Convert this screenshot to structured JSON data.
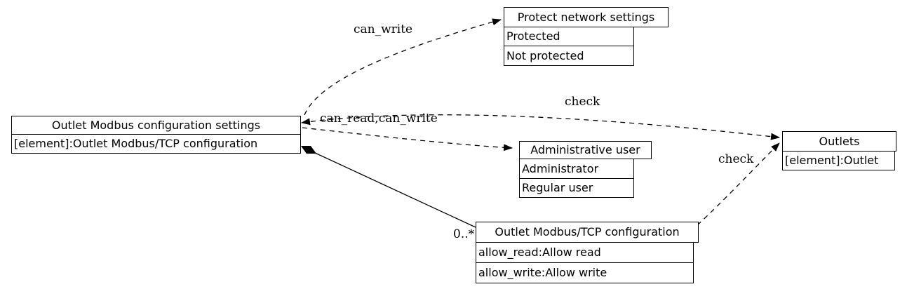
{
  "colors": {
    "line": "#000000",
    "text": "#000000",
    "node_fill": "#ffffff",
    "background": "#ffffff"
  },
  "nodes": {
    "settings": {
      "title": "Outlet Modbus configuration settings",
      "rows": [
        "[element]:Outlet Modbus/TCP configuration"
      ]
    },
    "protect": {
      "title": "Protect network settings",
      "rows": [
        "Protected",
        "Not protected"
      ]
    },
    "admin_user": {
      "title": "Administrative user",
      "rows": [
        "Administrator",
        "Regular user"
      ]
    },
    "outlets": {
      "title": "Outlets",
      "rows": [
        "[element]:Outlet"
      ]
    },
    "modbus_tcp": {
      "title": "Outlet Modbus/TCP configuration",
      "rows": [
        "allow_read:Allow read",
        "allow_write:Allow write"
      ]
    }
  },
  "edges": {
    "can_write": {
      "label": "can_write",
      "from": "settings",
      "to": "protect",
      "style": "dashed"
    },
    "can_read_can_write": {
      "label": "can_read,can_write",
      "from": "settings",
      "to": "admin_user",
      "style": "dashed"
    },
    "check_settings_outlets": {
      "label": "check",
      "from": "settings",
      "to": "outlets",
      "style": "dashed",
      "direction": "both"
    },
    "check_modbus_outlets": {
      "label": "check",
      "from": "modbus_tcp",
      "to": "outlets",
      "style": "dashed"
    },
    "composition": {
      "multiplicity": "0..*",
      "from": "settings",
      "to": "modbus_tcp",
      "style": "solid",
      "diamond": "filled"
    }
  }
}
